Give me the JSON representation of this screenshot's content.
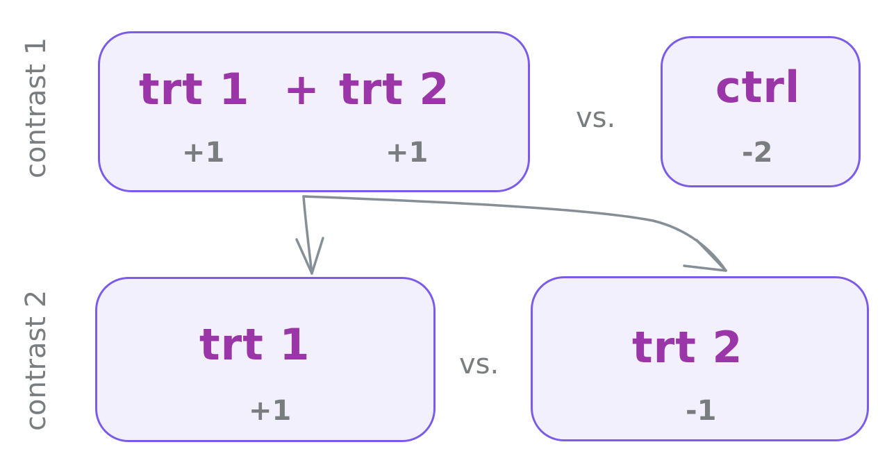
{
  "side_labels": {
    "contrast_1": "contrast 1",
    "contrast_2": "contrast 2"
  },
  "contrast_1": {
    "group_a": {
      "label_part1": "trt 1",
      "operator": "+",
      "label_part2": "trt 2",
      "coef_trt1": "+1",
      "coef_trt2": "+1"
    },
    "vs": "vs.",
    "group_b": {
      "label": "ctrl",
      "coef": "-2"
    }
  },
  "contrast_2": {
    "group_a": {
      "label": "trt 1",
      "coef": "+1"
    },
    "vs": "vs.",
    "group_b": {
      "label": "trt 2",
      "coef": "-1"
    }
  },
  "colors": {
    "box_border": "#7b5cea",
    "box_fill": "#f3f0fd",
    "term_text": "#9b36a8",
    "secondary_text": "#7a7d80",
    "arrow": "#868e96"
  }
}
